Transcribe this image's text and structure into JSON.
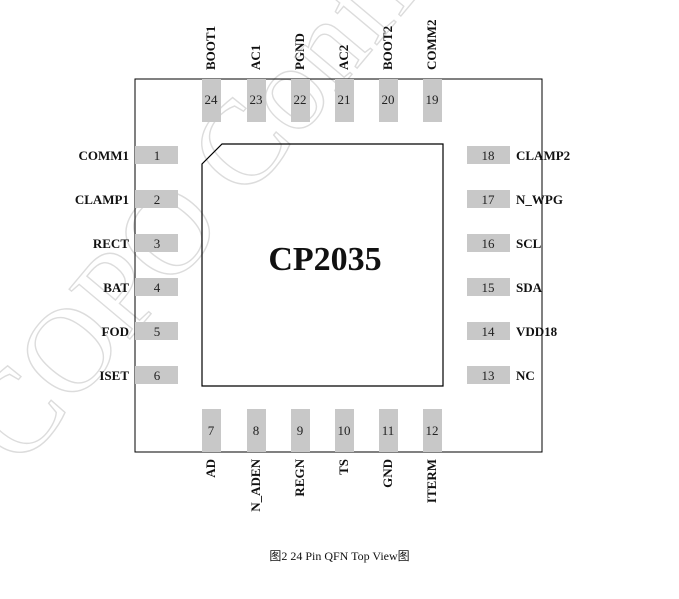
{
  "chip": {
    "part_number": "CP2035",
    "watermark": "COPO Confidential"
  },
  "caption": "图2    24 Pin QFN Top View图",
  "pins": {
    "top": [
      {
        "num": "24",
        "name": "BOOT1"
      },
      {
        "num": "23",
        "name": "AC1"
      },
      {
        "num": "22",
        "name": "PGND"
      },
      {
        "num": "21",
        "name": "AC2"
      },
      {
        "num": "20",
        "name": "BOOT2"
      },
      {
        "num": "19",
        "name": "COMM2"
      }
    ],
    "left": [
      {
        "num": "1",
        "name": "COMM1"
      },
      {
        "num": "2",
        "name": "CLAMP1"
      },
      {
        "num": "3",
        "name": "RECT"
      },
      {
        "num": "4",
        "name": "BAT"
      },
      {
        "num": "5",
        "name": "FOD"
      },
      {
        "num": "6",
        "name": "ISET"
      }
    ],
    "right": [
      {
        "num": "18",
        "name": "CLAMP2"
      },
      {
        "num": "17",
        "name": "N_WPG"
      },
      {
        "num": "16",
        "name": "SCL"
      },
      {
        "num": "15",
        "name": "SDA"
      },
      {
        "num": "14",
        "name": "VDD18"
      },
      {
        "num": "13",
        "name": "NC"
      }
    ],
    "bottom": [
      {
        "num": "7",
        "name": "AD"
      },
      {
        "num": "8",
        "name": "N_ADEN"
      },
      {
        "num": "9",
        "name": "REGN"
      },
      {
        "num": "10",
        "name": "TS"
      },
      {
        "num": "11",
        "name": "GND"
      },
      {
        "num": "12",
        "name": "ITERM"
      }
    ]
  },
  "colors": {
    "pad": "#c8c8c8",
    "outline": "#000000",
    "watermark": "#dcdcdc"
  }
}
